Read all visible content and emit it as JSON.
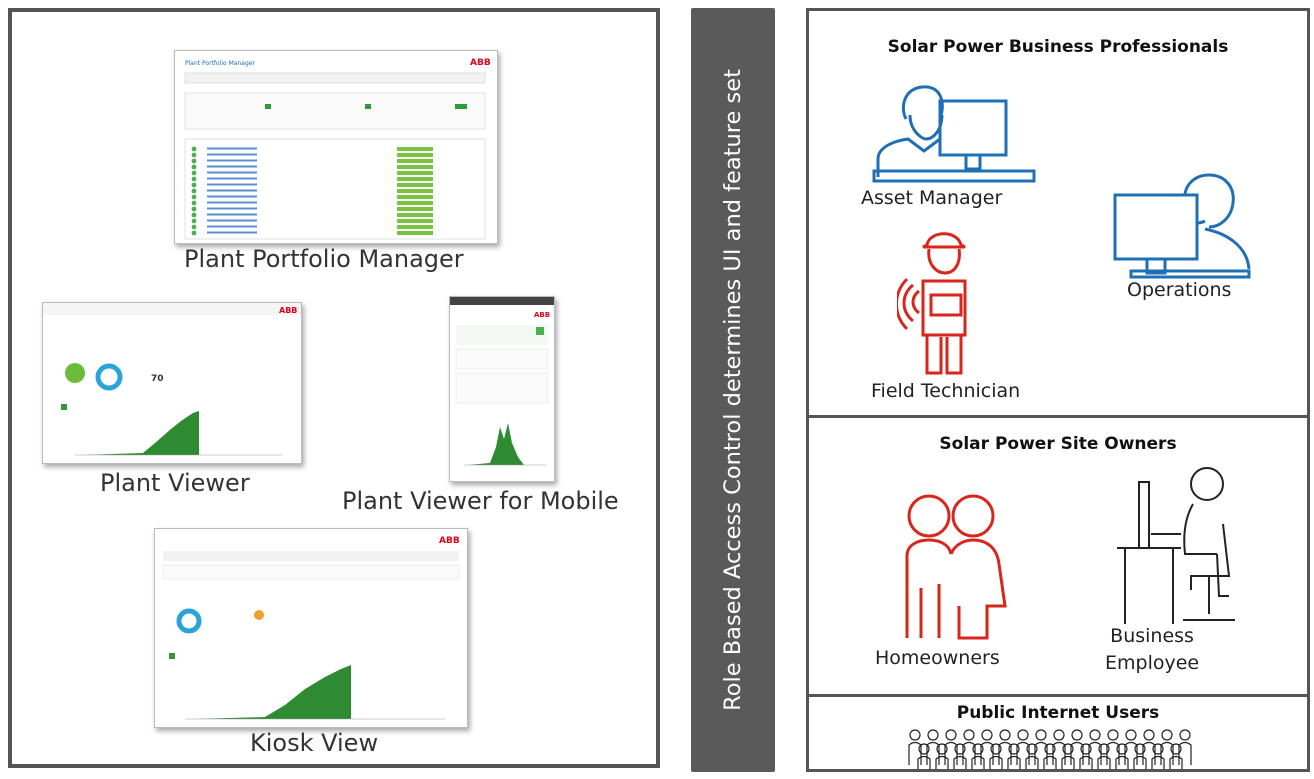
{
  "left": {
    "apps": [
      {
        "id": "ppm",
        "label": "Plant Portfolio Manager",
        "screen_title": "Plant Portfolio Manager"
      },
      {
        "id": "pv",
        "label": "Plant Viewer"
      },
      {
        "id": "pvm",
        "label": "Plant Viewer for Mobile"
      },
      {
        "id": "kiosk",
        "label": "Kiosk View"
      }
    ],
    "brand": "ABB",
    "gauge_value": "70"
  },
  "middle": {
    "text": "Role Based  Access Control determines UI and feature set"
  },
  "right": {
    "sections": [
      {
        "title": "Solar Power Business Professionals",
        "roles": [
          "Asset Manager",
          "Operations",
          "Field Technician"
        ]
      },
      {
        "title": "Solar Power Site Owners",
        "roles": [
          "Homeowners",
          "Business\nEmployee"
        ]
      },
      {
        "title": "Public Internet Users",
        "roles": []
      }
    ]
  },
  "colors": {
    "panel_border": "#555555",
    "band": "#5a5a5a",
    "accent_blue": "#1f6fb5",
    "accent_red": "#d9261c",
    "chart_green": "#2e9a3a",
    "abb_red": "#e2001a"
  }
}
